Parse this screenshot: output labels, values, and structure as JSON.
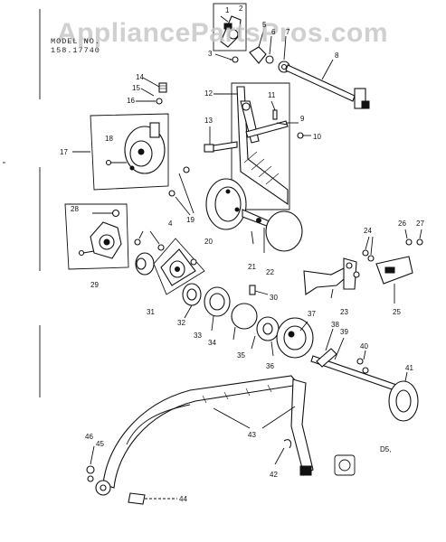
{
  "watermark": "AppliancePartsPros.com",
  "model": {
    "line1": "MODEL NO.",
    "line2": "158.17740"
  },
  "page_code": "D5,",
  "parts": [
    "1",
    "2",
    "3",
    "4",
    "5",
    "6",
    "7",
    "8",
    "9",
    "10",
    "11",
    "12",
    "13",
    "14",
    "15",
    "16",
    "17",
    "18",
    "19",
    "20",
    "21",
    "22",
    "23",
    "24",
    "25",
    "26",
    "27",
    "28",
    "29",
    "30",
    "31",
    "32",
    "33",
    "34",
    "35",
    "36",
    "37",
    "38",
    "39",
    "40",
    "41",
    "42",
    "43",
    "44",
    "45",
    "46"
  ]
}
